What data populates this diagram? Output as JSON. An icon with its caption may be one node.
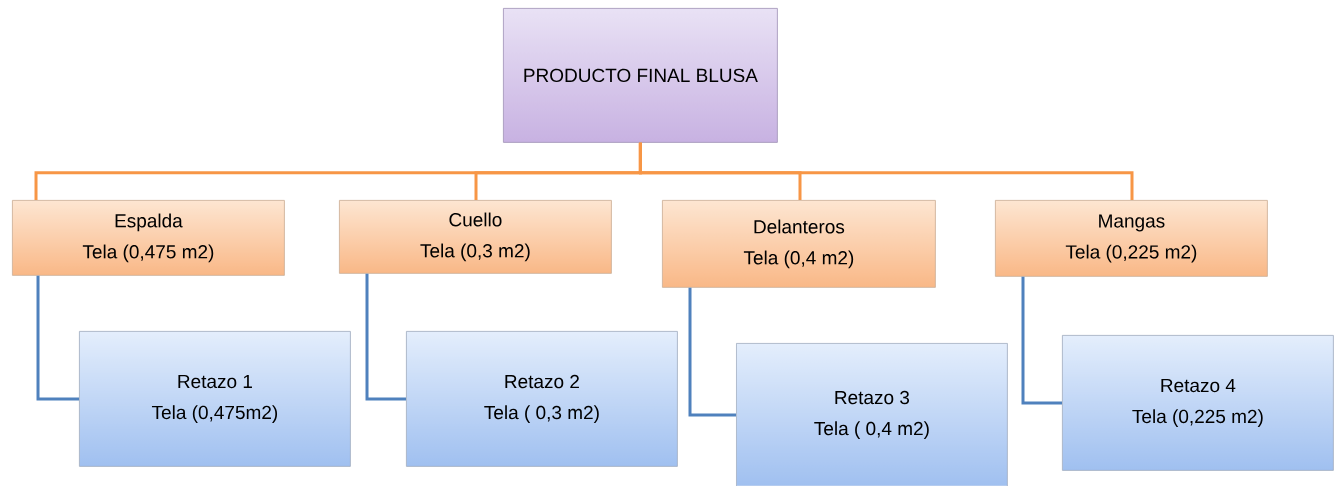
{
  "diagram": {
    "nodes": [
      {
        "text": [
          "PRODUCTO FINAL BLUSA"
        ]
      },
      {
        "text": [
          "Espalda",
          "Tela (0,475 m2)"
        ]
      },
      {
        "text": [
          "Cuello",
          "Tela (0,3 m2)"
        ]
      },
      {
        "text": [
          "Delanteros",
          "Tela (0,4 m2)"
        ]
      },
      {
        "text": [
          "Mangas",
          "Tela (0,225 m2)"
        ]
      },
      {
        "text": [
          "Retazo 1",
          "Tela (0,475m2)"
        ]
      },
      {
        "text": [
          "Retazo 2",
          "Tela ( 0,3 m2)"
        ]
      },
      {
        "text": [
          "Retazo 3",
          "Tela ( 0,4 m2)"
        ]
      },
      {
        "text": [
          "Retazo 4",
          "Tela (0,225 m2)"
        ]
      }
    ],
    "edges": [
      {
        "from": 0,
        "to": 1,
        "arrow": "none",
        "color": "#f79646"
      },
      {
        "from": 0,
        "to": 2,
        "arrow": "none",
        "color": "#f79646"
      },
      {
        "from": 0,
        "to": 3,
        "arrow": "none",
        "color": "#f79646"
      },
      {
        "from": 0,
        "to": 4,
        "arrow": "none",
        "color": "#f79646"
      },
      {
        "from": 1,
        "to": 5,
        "arrow": "none",
        "color": "#4f81bd"
      },
      {
        "from": 2,
        "to": 6,
        "arrow": "none",
        "color": "#4f81bd"
      },
      {
        "from": 3,
        "to": 7,
        "arrow": "none",
        "color": "#4f81bd"
      },
      {
        "from": 4,
        "to": 8,
        "arrow": "none",
        "color": "#4f81bd"
      }
    ]
  }
}
